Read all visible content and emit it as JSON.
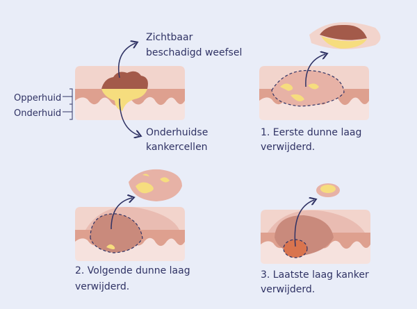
{
  "colors": {
    "background": "#e9edf8",
    "text": "#2f3264",
    "skin_top": "#f2d4cc",
    "epidermis": "#dea08f",
    "dermis": "#f6e2de",
    "lesion": "#a35a4a",
    "cancer": "#f6dd7e"
  },
  "labels": {
    "visible_damage": [
      "Zichtbaar",
      "beschadigd weefsel"
    ],
    "epidermis": "Opperhuid",
    "dermis": "Onderhuid",
    "subcutaneous_cancer": [
      "Onderhuidse",
      "kankercellen"
    ],
    "step1": [
      "1. Eerste dunne laag",
      "verwijderd."
    ],
    "step2": [
      "2. Volgende dunne laag",
      "verwijderd."
    ],
    "step3": [
      "3. Laatste laag kanker",
      "verwijderd."
    ]
  }
}
